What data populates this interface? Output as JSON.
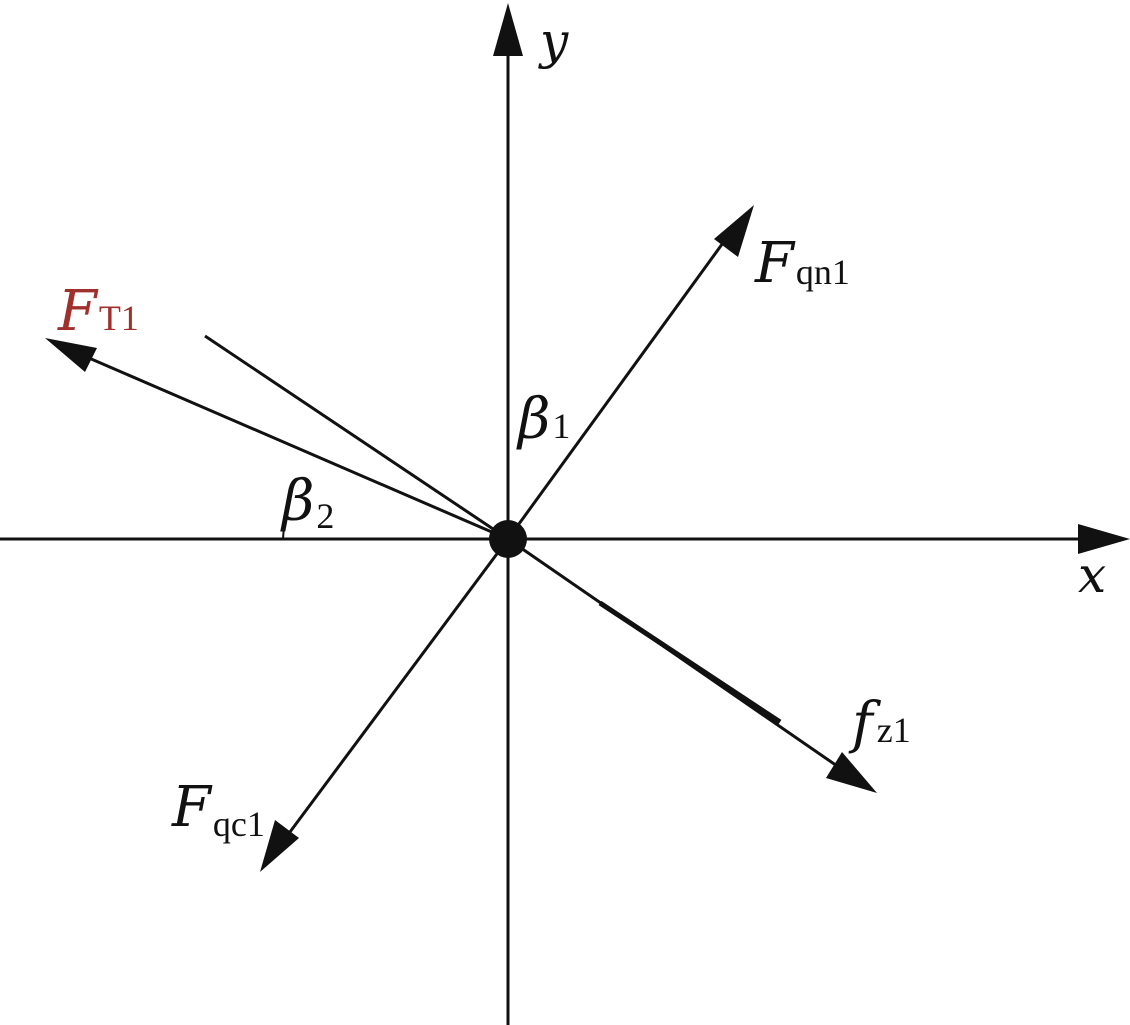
{
  "diagram": {
    "colors": {
      "line": "#111111",
      "highlight": "#a0302c"
    },
    "axes": {
      "x_label": "x",
      "y_label": "y"
    },
    "forces": {
      "ft1": {
        "symbol": "F",
        "sub": "T1"
      },
      "fqn1": {
        "symbol": "F",
        "sub": "qn1"
      },
      "fqc1": {
        "symbol": "F",
        "sub": "qc1"
      },
      "fz1": {
        "symbol": "f",
        "sub": "z1"
      }
    },
    "angles": {
      "beta1": {
        "symbol": "β",
        "sub": "1"
      },
      "beta2": {
        "symbol": "β",
        "sub": "2"
      }
    }
  }
}
